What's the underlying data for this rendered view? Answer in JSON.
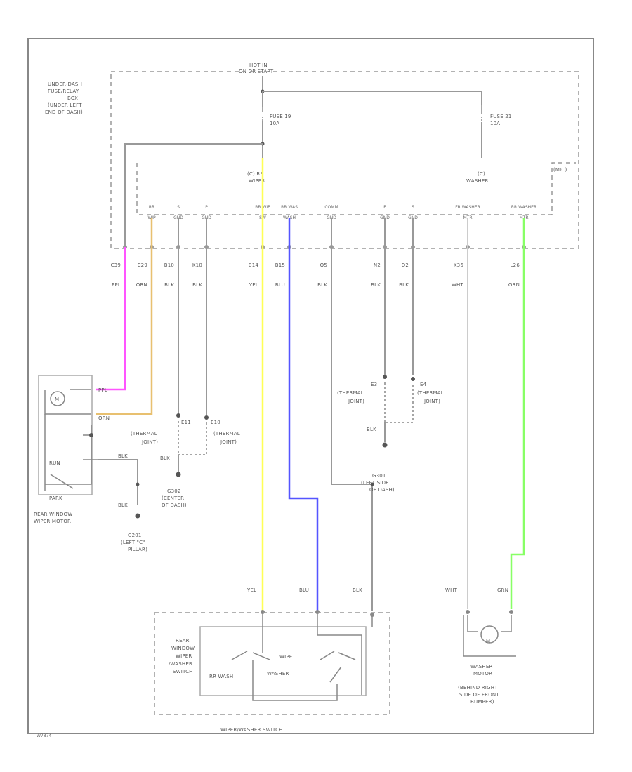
{
  "source": {
    "line1": "HOT IN",
    "line2": "ON OR START"
  },
  "fuse_box": {
    "lines": [
      "UNDER-DASH",
      "FUSE/RELAY",
      "BOX",
      "(UNDER LEFT",
      "END OF DASH)"
    ],
    "fuse_left": {
      "name": "FUSE 19",
      "rating": "10A"
    },
    "fuse_right": {
      "name": "FUSE 21",
      "rating": "10A"
    },
    "rr_wiper_line1": "(C) RR",
    "rr_wiper_line2": "WIPER",
    "washer_line1": "(C)",
    "washer_line2": "WASHER",
    "mics": "(MIC)"
  },
  "pins": [
    {
      "top": "RR",
      "bot": "WIP"
    },
    {
      "top": "S",
      "bot": "GND"
    },
    {
      "top": "P",
      "bot": "GND"
    },
    {
      "top": "RR WIP",
      "bot": "SW"
    },
    {
      "top": "RR WAS",
      "bot": "WASH"
    },
    {
      "top": "COMM",
      "bot": "GND"
    },
    {
      "top": "P",
      "bot": "GND"
    },
    {
      "top": "S",
      "bot": "GND"
    },
    {
      "top": "FR WASHER",
      "bot": "MTR"
    },
    {
      "top": "RR WASHER",
      "bot": "MTR"
    }
  ],
  "wires": [
    {
      "conn": "C39",
      "color": "PPL"
    },
    {
      "conn": "C29",
      "color": "ORN"
    },
    {
      "conn": "B10",
      "color": "BLK"
    },
    {
      "conn": "K10",
      "color": "BLK"
    },
    {
      "conn": "B14",
      "color": "YEL"
    },
    {
      "conn": "B15",
      "color": "BLU"
    },
    {
      "conn": "Q5",
      "color": "BLK"
    },
    {
      "conn": "N2",
      "color": "BLK"
    },
    {
      "conn": "O2",
      "color": "BLK"
    },
    {
      "conn": "K36",
      "color": "WHT"
    },
    {
      "conn": "L26",
      "color": "GRN"
    }
  ],
  "rear_motor": {
    "m": "M",
    "pin_ppl": "PPL",
    "pin_orn": "ORN",
    "run": "RUN",
    "park": "PARK",
    "blk": "BLK",
    "blk2": "BLK",
    "name_line1": "REAR WINDOW",
    "name_line2": "WIPER MOTOR"
  },
  "thermal_left": [
    {
      "id": "E11",
      "l1": "(THERMAL",
      "l2": "JOINT)"
    },
    {
      "id": "E10",
      "l1": "(THERMAL",
      "l2": "JOINT)"
    }
  ],
  "thermal_right": [
    {
      "id": "E3",
      "l1": "(THERMAL",
      "l2": "JOINT)"
    },
    {
      "id": "E4",
      "l1": "(THERMAL",
      "l2": "JOINT)"
    }
  ],
  "grounds": {
    "g302": {
      "id": "G302",
      "l1": "(CENTER",
      "l2": "OF DASH)",
      "wire": "BLK"
    },
    "g201": {
      "id": "G201",
      "l1": "(LEFT \"C\"",
      "l2": "PILLAR)",
      "wire": "BLK"
    },
    "g301": {
      "id": "G301",
      "l1": "(LEFT SIDE",
      "l2": "OF DASH)"
    },
    "e_blk": "BLK"
  },
  "switch": {
    "wires": [
      "YEL",
      "BLU",
      "BLK"
    ],
    "label": [
      "REAR",
      "WINDOW",
      "WIPER",
      "/WASHER",
      "SWITCH"
    ],
    "wipe": "WIPE",
    "rr_wash": "RR WASH",
    "washer": "WASHER",
    "name": "WIPER/WASHER SWITCH"
  },
  "washer_motor": {
    "wires": [
      "WHT",
      "GRN"
    ],
    "m": "M",
    "label": [
      "WASHER",
      "MOTOR",
      "(BEHIND RIGHT",
      "SIDE OF FRONT",
      "BUMPER)"
    ]
  },
  "footer": {
    "code": "W7874"
  },
  "colors": {
    "ppl": "#ff55ff",
    "orn": "#e8c070",
    "yel": "#ffff55",
    "blu": "#5555ff",
    "grn": "#88ff66"
  }
}
